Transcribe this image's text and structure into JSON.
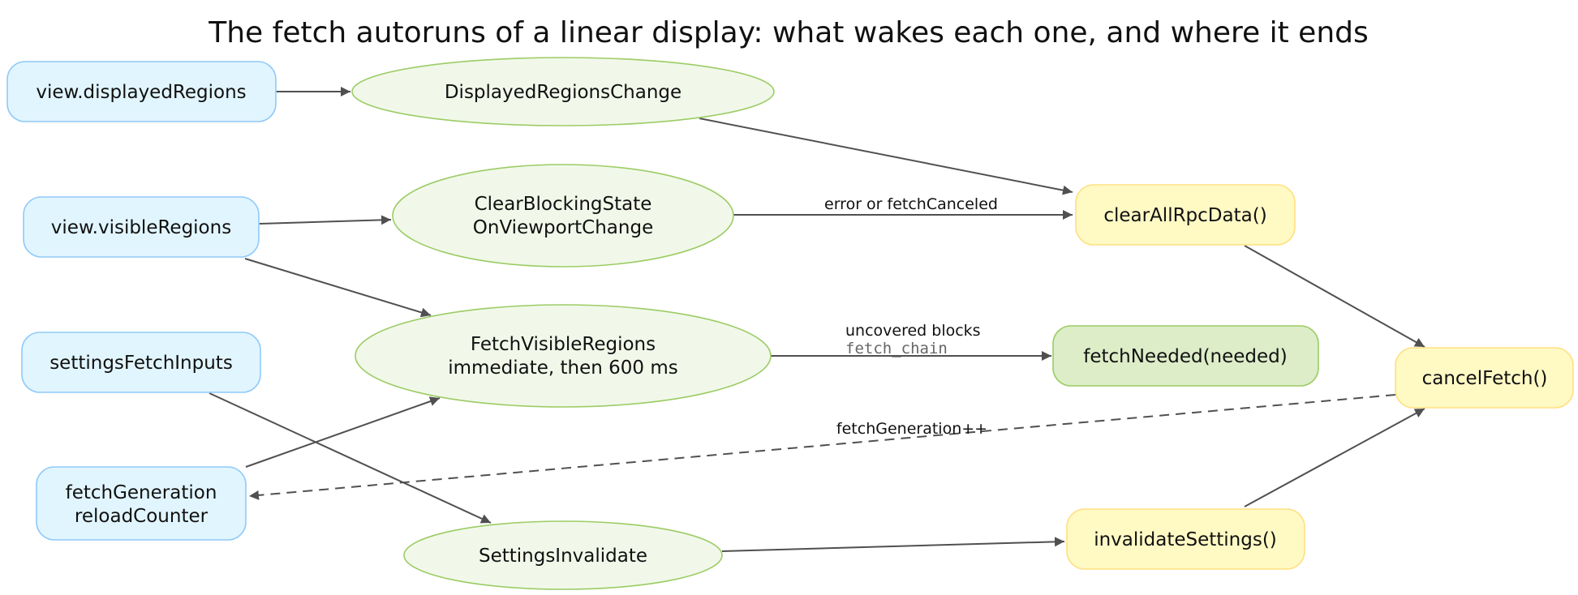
{
  "title": "The fetch autoruns of a linear display: what wakes each one, and where it ends",
  "colors": {
    "input_fill": "#e1f5fe",
    "input_stroke": "#90caf9",
    "autorun_fill": "#f1f8e9",
    "autorun_stroke": "#9ccc65",
    "action_fill": "#fff9c4",
    "action_stroke": "#ffe082",
    "result_fill": "#dcedc8",
    "edge": "#505050"
  },
  "nodes": {
    "displayed_regions": {
      "label": "view.displayedRegions"
    },
    "visible_regions": {
      "label": "view.visibleRegions"
    },
    "settings_fetch_inputs": {
      "label": "settingsFetchInputs"
    },
    "fetch_generation": {
      "line1": "fetchGeneration",
      "line2": "reloadCounter"
    },
    "displayed_regions_change": {
      "label": "DisplayedRegionsChange"
    },
    "clear_blocking_state": {
      "line1": "ClearBlockingState",
      "line2": "OnViewportChange"
    },
    "fetch_visible_regions": {
      "line1": "FetchVisibleRegions",
      "line2": "immediate, then 600 ms"
    },
    "settings_invalidate": {
      "label": "SettingsInvalidate"
    },
    "clear_all_rpc_data": {
      "label": "clearAllRpcData()"
    },
    "fetch_needed": {
      "label": "fetchNeeded(needed)"
    },
    "invalidate_settings": {
      "label": "invalidateSettings()"
    },
    "cancel_fetch": {
      "label": "cancelFetch()"
    }
  },
  "edge_labels": {
    "error_or_canceled": "error or fetchCanceled",
    "uncovered_blocks": "uncovered blocks",
    "fetch_chain": "fetch_chain",
    "fetch_generation_inc": "fetchGeneration++"
  }
}
